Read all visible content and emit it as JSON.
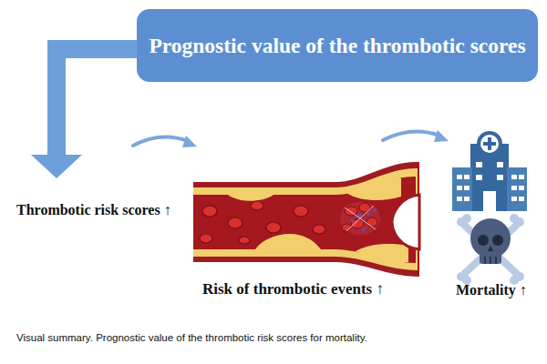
{
  "diagram": {
    "caption": "Visual summary. Prognostic value of the thrombotic risk scores for mortality.",
    "nodes": [
      {
        "text": [
          "Prognostic value of the thrombotic scores"
        ]
      }
    ],
    "labels": [
      "Thrombotic risk scores ↑",
      "Risk of thrombotic events ↑",
      "Mortality ↑"
    ]
  }
}
